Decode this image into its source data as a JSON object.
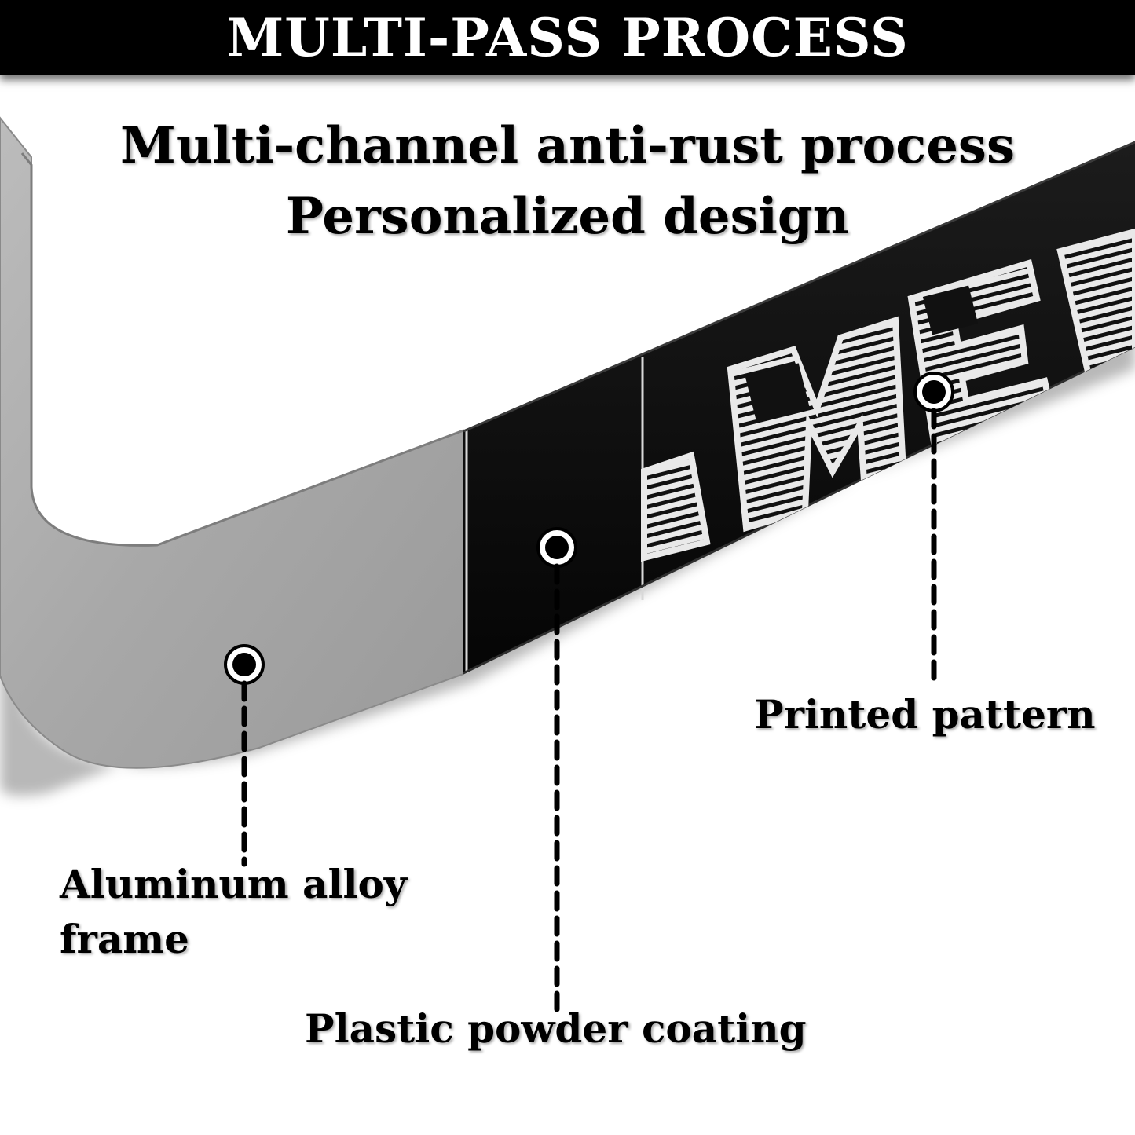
{
  "banner": {
    "title": "MULTI-PASS PROCESS"
  },
  "headline": {
    "line1": "Multi-channel anti-rust process",
    "line2": "Personalized design"
  },
  "callouts": {
    "frame": {
      "line1": "Aluminum alloy",
      "line2": "frame"
    },
    "coating": "Plastic powder coating",
    "pattern": "Printed pattern"
  },
  "colors": {
    "banner_background": "#000000",
    "frame_metal": "#a9a9a9",
    "coating_black": "#0a0a0a",
    "print_white": "#e9e9e9"
  }
}
